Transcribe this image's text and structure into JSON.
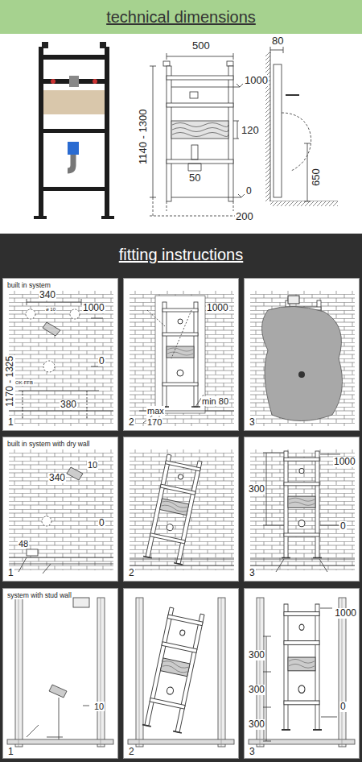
{
  "diagram": {
    "title": "technical dimensions",
    "nodes": [
      {
        "text": [
          "fitting instructions"
        ]
      },
      {
        "text": [
          "built in system",
          "340",
          "ø 10",
          "1000",
          "1170 - 1325",
          "0",
          "OK-FFB",
          "380",
          "1"
        ]
      },
      {
        "text": [
          "1000",
          "min 80",
          "max",
          "170",
          "2"
        ]
      },
      {
        "text": [
          "3"
        ]
      },
      {
        "text": [
          "built in system with dry wall",
          "10",
          "340",
          "0",
          "48",
          "1"
        ]
      },
      {
        "text": [
          "2"
        ]
      },
      {
        "text": [
          "1000",
          "300",
          "0",
          "3"
        ]
      },
      {
        "text": [
          "system with stud wall",
          "10",
          "1"
        ]
      },
      {
        "text": [
          "2"
        ]
      },
      {
        "text": [
          "1000",
          "300",
          "300",
          "300",
          "0",
          "3"
        ]
      }
    ],
    "labels": [
      "500",
      "80",
      "1000",
      "1140 - 1300",
      "120",
      "50",
      "0",
      "200",
      "650"
    ]
  }
}
